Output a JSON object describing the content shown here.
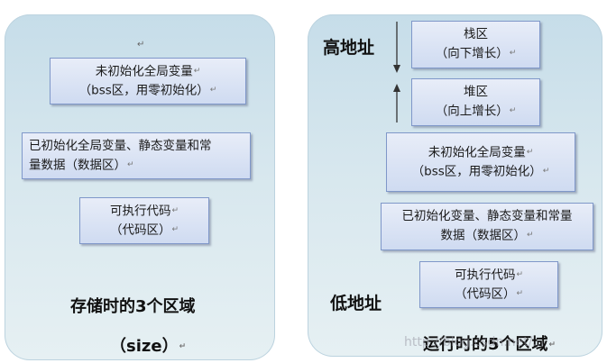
{
  "left": {
    "top_mark": "↵",
    "boxes": [
      {
        "line1": "未初始化全局变量",
        "line2": "（bss区，用零初始化）"
      },
      {
        "line1": "已初始化全局变量、静态变量和常",
        "line2": "量数据（数据区）"
      },
      {
        "line1": "可执行代码",
        "line2": "（代码区）"
      }
    ],
    "caption": "存储时的3个区域",
    "subcaption": "（size）"
  },
  "right": {
    "high_label": "高地址",
    "low_label": "低地址",
    "boxes": [
      {
        "line1": "栈区",
        "line2": "（向下增长）"
      },
      {
        "line1": "堆区",
        "line2": "（向上增长）"
      },
      {
        "line1": "未初始化全局变量",
        "line2": "（bss区，用零初始化）"
      },
      {
        "line1": "已初始化变量、静态变量和常量",
        "line2": "数据（数据区）"
      },
      {
        "line1": "可执行代码",
        "line2": "（代码区）"
      }
    ],
    "caption": "运行时的5个区域"
  },
  "paragraph_mark": "↵",
  "watermark": "http://blog.csdn.net/..."
}
